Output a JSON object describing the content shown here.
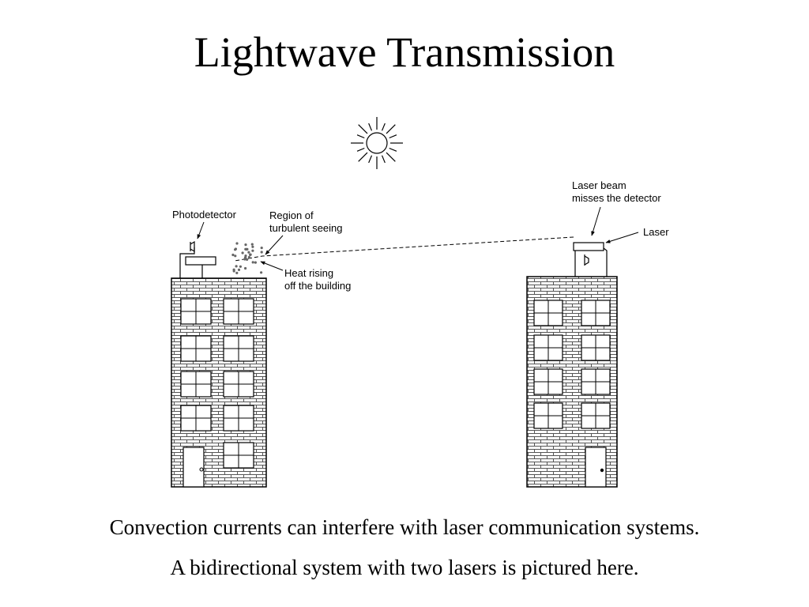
{
  "slide": {
    "title": "Lightwave Transmission",
    "caption_line1": "Convection currents can interfere with laser communication systems.",
    "caption_line2": "A bidirectional system with two lasers is pictured here."
  },
  "diagram": {
    "labels": {
      "photodetector": "Photodetector",
      "region_line1": "Region of",
      "region_line2": "turbulent seeing",
      "heat_line1": "Heat rising",
      "heat_line2": "off the building",
      "missed_line1": "Laser beam",
      "missed_line2": "misses the detector",
      "laser": "Laser"
    },
    "icons": [
      "sun-icon",
      "photodetector-icon",
      "laser-icon",
      "door-icon",
      "window-icon"
    ],
    "colors": {
      "ink": "#000000",
      "brick": "#555555",
      "heat_dots": "#666666"
    }
  }
}
